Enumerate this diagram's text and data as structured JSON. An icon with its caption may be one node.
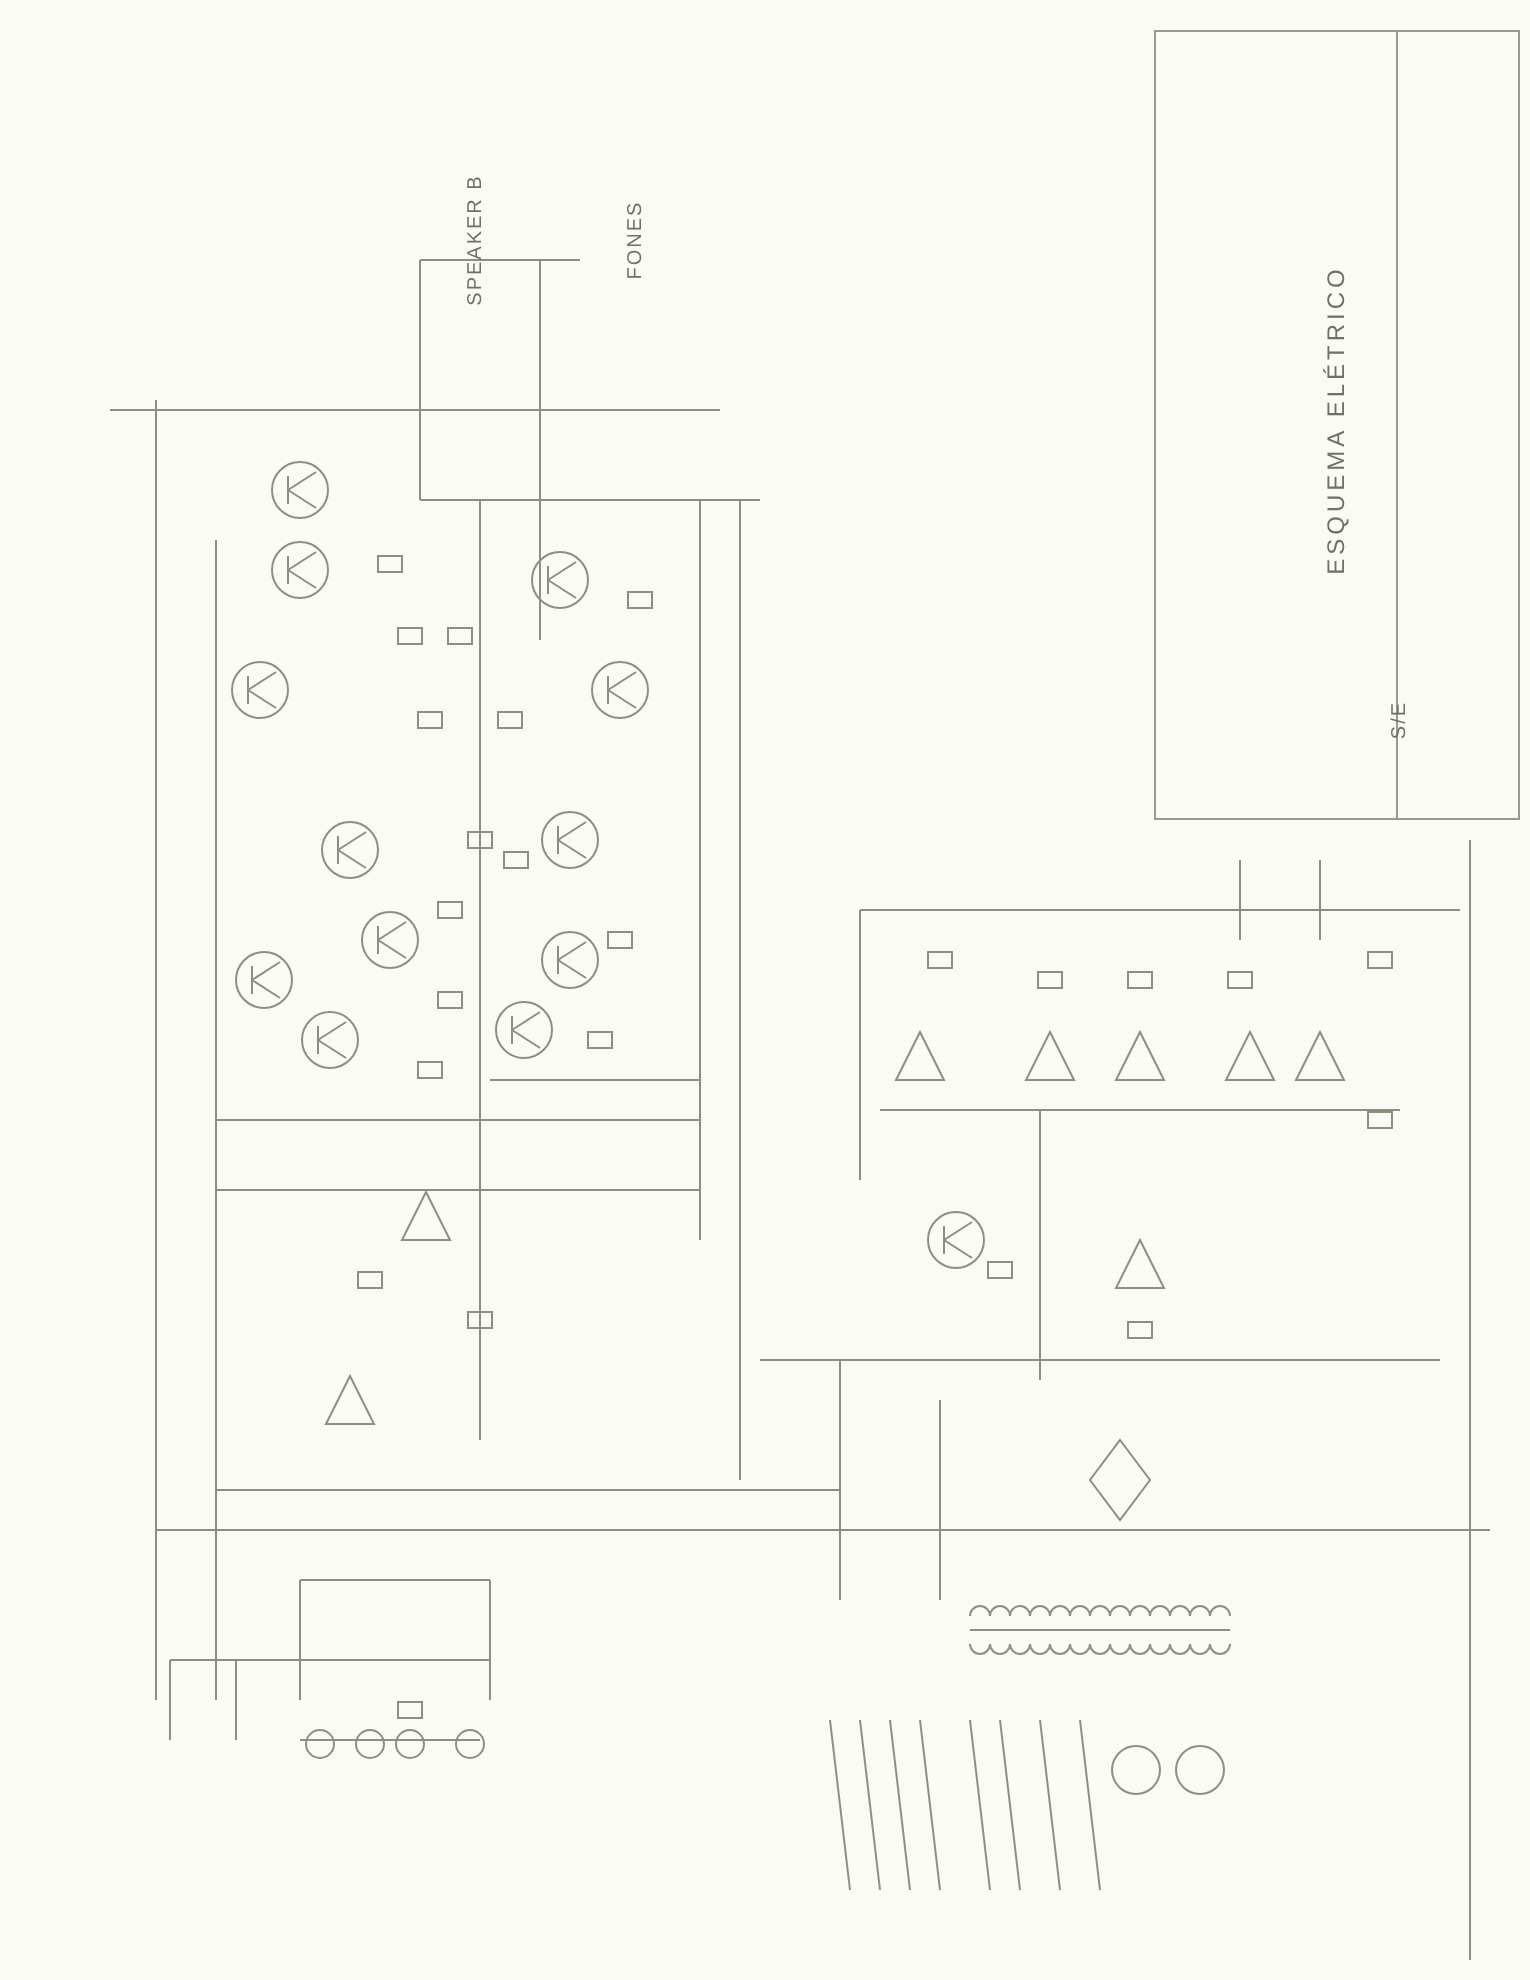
{
  "diagram": {
    "title": "ESQUEMA ELÉTRICO",
    "labels": [
      "S/E",
      "SPEAKER B",
      "FONES"
    ]
  }
}
